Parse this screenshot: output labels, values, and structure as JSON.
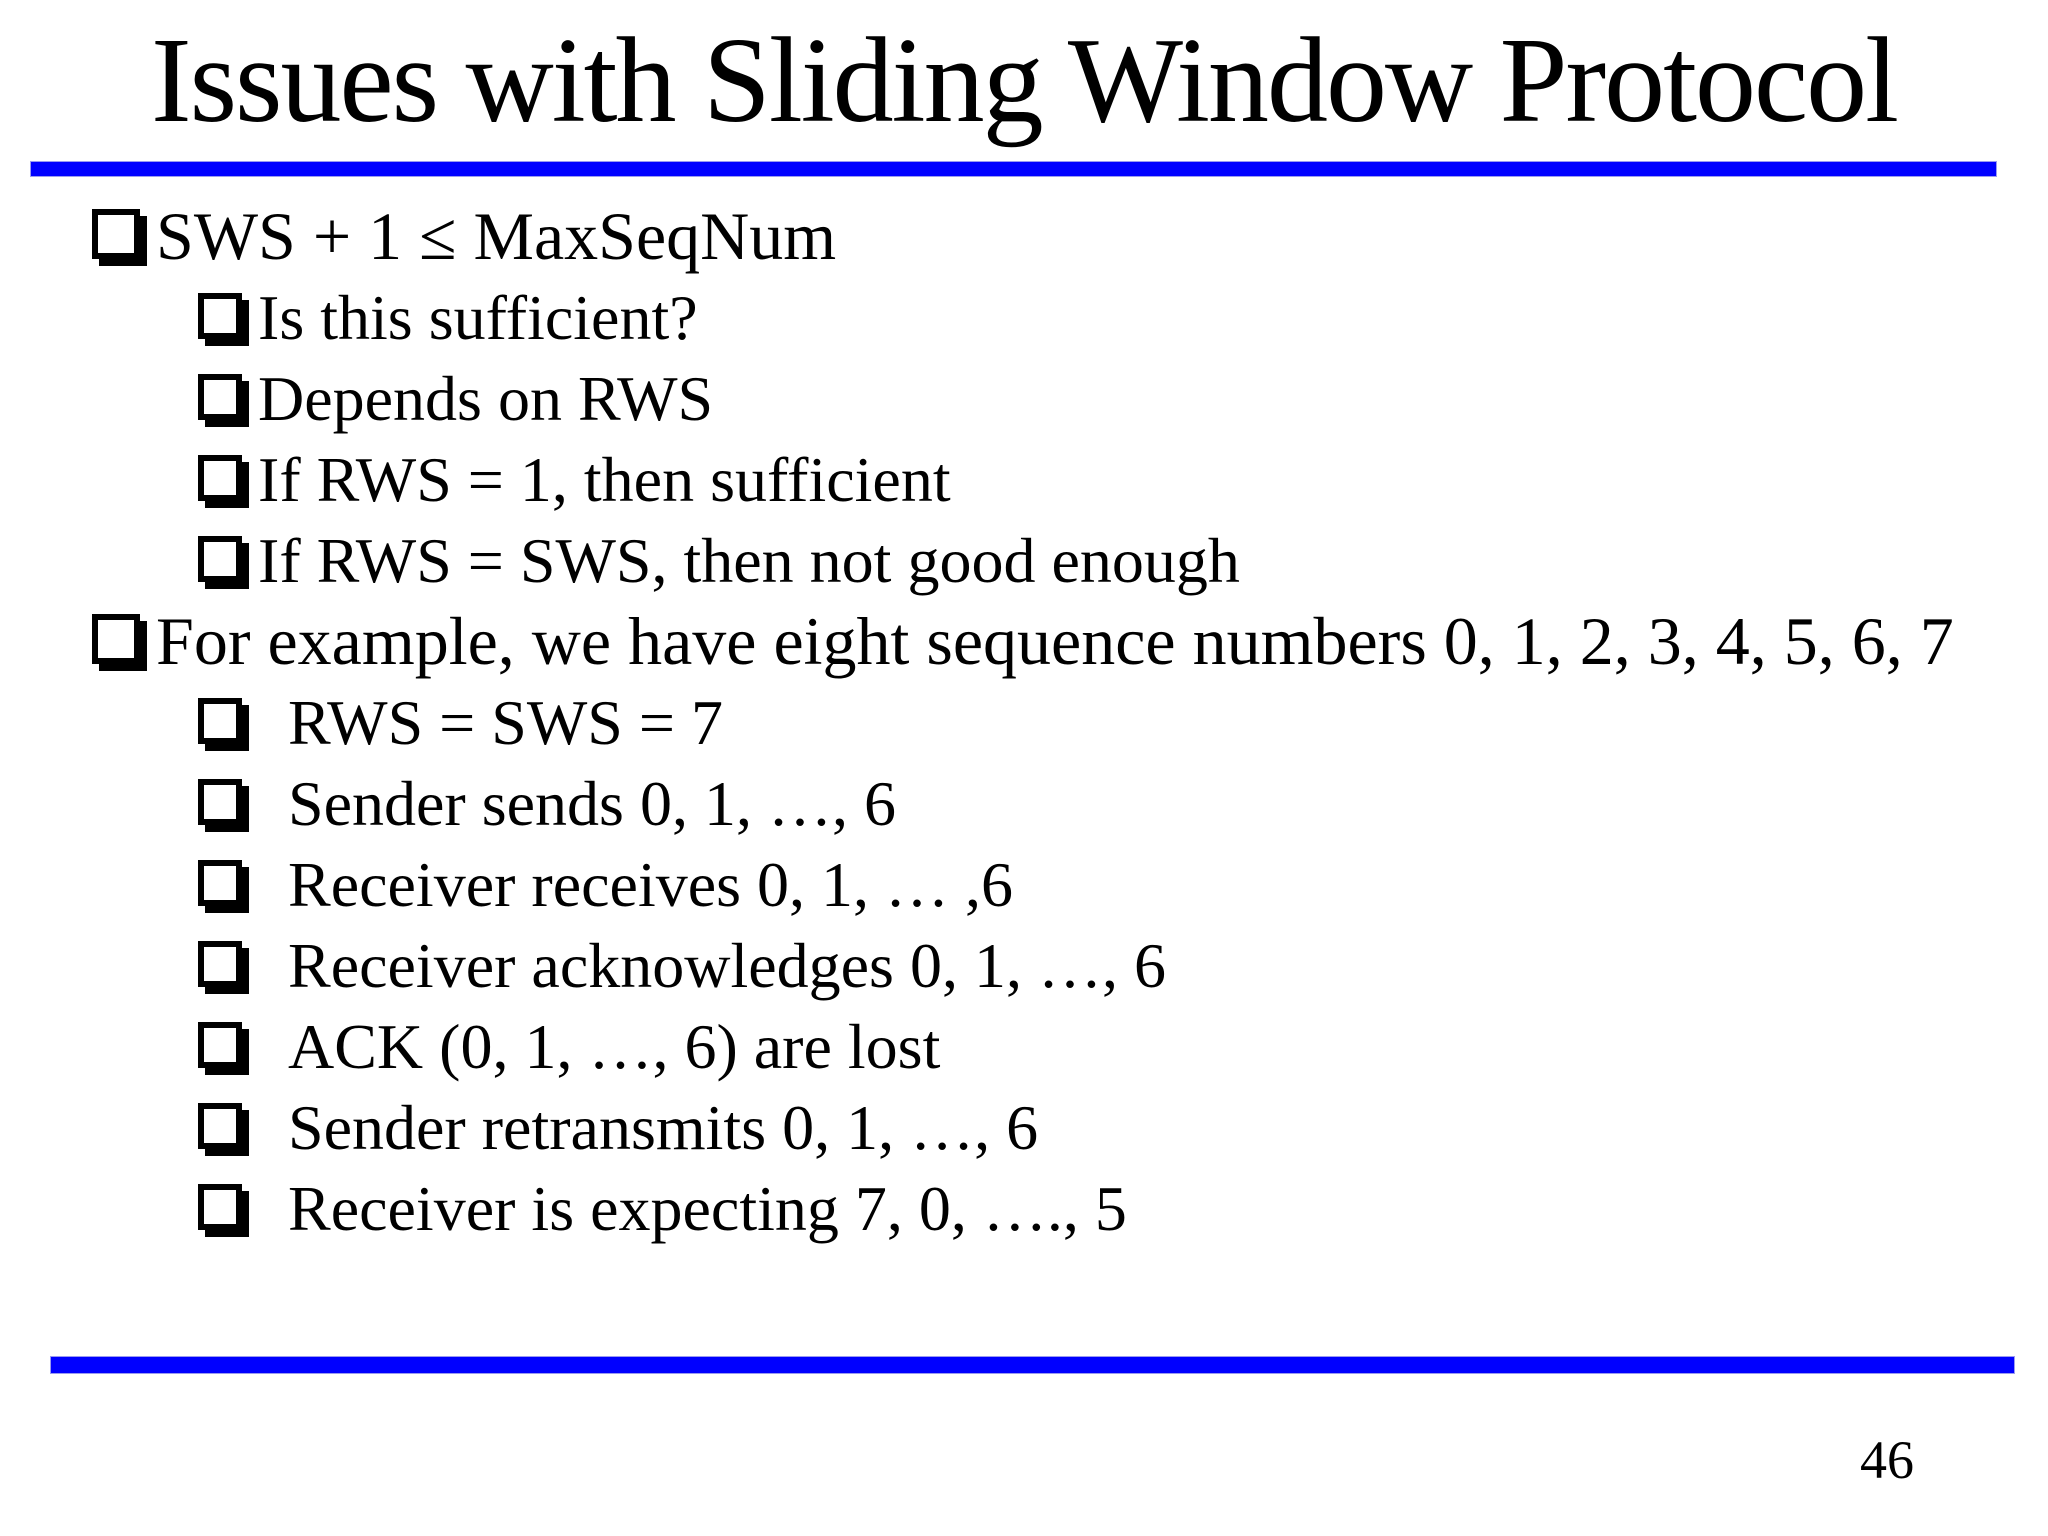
{
  "slide": {
    "title": "Issues with Sliding Window Protocol",
    "accent_color": "#0000ff",
    "page_number": "46",
    "bullets": [
      {
        "level": 1,
        "group": "a",
        "text": "SWS + 1 ≤ MaxSeqNum"
      },
      {
        "level": 2,
        "group": "a",
        "text": "Is this sufficient?"
      },
      {
        "level": 2,
        "group": "a",
        "text": "Depends on RWS"
      },
      {
        "level": 2,
        "group": "a",
        "text": "If RWS = 1, then sufficient"
      },
      {
        "level": 2,
        "group": "a",
        "text": "If RWS = SWS, then not good enough"
      },
      {
        "level": 1,
        "group": "a",
        "text": "For example, we have eight sequence numbers 0, 1, 2, 3, 4, 5, 6, 7"
      },
      {
        "level": 2,
        "group": "b",
        "text": "RWS = SWS = 7"
      },
      {
        "level": 2,
        "group": "b",
        "text": "Sender sends 0, 1, …, 6"
      },
      {
        "level": 2,
        "group": "b",
        "text": "Receiver receives 0, 1, … ,6"
      },
      {
        "level": 2,
        "group": "b",
        "text": "Receiver acknowledges 0, 1, …, 6"
      },
      {
        "level": 2,
        "group": "b",
        "text": "ACK (0, 1, …, 6) are lost"
      },
      {
        "level": 2,
        "group": "b",
        "text": "Sender retransmits 0, 1, …, 6"
      },
      {
        "level": 2,
        "group": "b",
        "text": "Receiver is expecting 7, 0, …., 5"
      }
    ]
  }
}
